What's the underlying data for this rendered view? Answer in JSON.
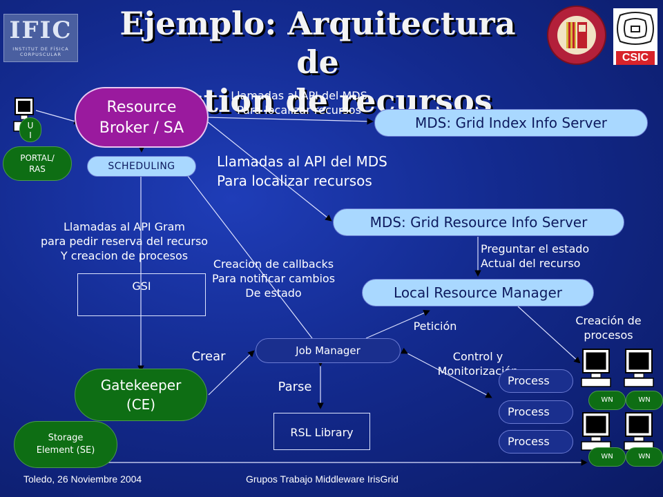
{
  "title_line1": "Ejemplo: Arquitectura de",
  "title_line2": "gestion de recursos",
  "logo_ific": {
    "text": "IFIC",
    "sub1": "INSTITUT DE FÍSICA",
    "sub2": "CORPUSCULAR"
  },
  "logo_csic": "CSIC",
  "ui_label_1": "U",
  "ui_label_2": "I",
  "portal_line1": "PORTAL/",
  "portal_line2": "RAS",
  "resource_broker_line1": "Resource",
  "resource_broker_line2": "Broker / SA",
  "scheduling": "SCHEDULING",
  "mds_call_top_1": "Llamadas al API del MDS",
  "mds_call_top_2": "Para localizar recursos",
  "mds_index": "MDS: Grid Index Info Server",
  "mds_call_mid_1": "Llamadas al API del MDS",
  "mds_call_mid_2": "Para localizar recursos",
  "mds_resource": "MDS: Grid Resource Info Server",
  "preguntar_1": "Preguntar el estado",
  "preguntar_2": "Actual del recurso",
  "local_rm": "Local Resource Manager",
  "gram_1": "Llamadas al API Gram",
  "gram_2": "para pedir reserva del recurso",
  "gram_3": "Y creacion de procesos",
  "callbacks_1": "Creacion de callbacks",
  "callbacks_2": "Para notificar cambios",
  "callbacks_3": "De estado",
  "gsi": "GSI",
  "peticion": "Petición",
  "creacion_procesos_1": "Creación de",
  "creacion_procesos_2": "procesos",
  "job_manager": "Job Manager",
  "crear": "Crear",
  "control_1": "Control y",
  "control_2": "Monitorización",
  "gatekeeper_1": "Gatekeeper",
  "gatekeeper_2": "(CE)",
  "parse": "Parse",
  "rsl": "RSL Library",
  "processes": [
    "Process",
    "Process",
    "Process"
  ],
  "wn": "WN",
  "storage_1": "Storage",
  "storage_2": "Element (SE)",
  "footer_left": "Toledo, 26 Noviembre 2004",
  "footer_center": "Grupos Trabajo Middleware IrisGrid",
  "colors": {
    "broker": "#9a1a9e",
    "light_pill": "#a9d8ff",
    "green": "#0e6e14"
  }
}
